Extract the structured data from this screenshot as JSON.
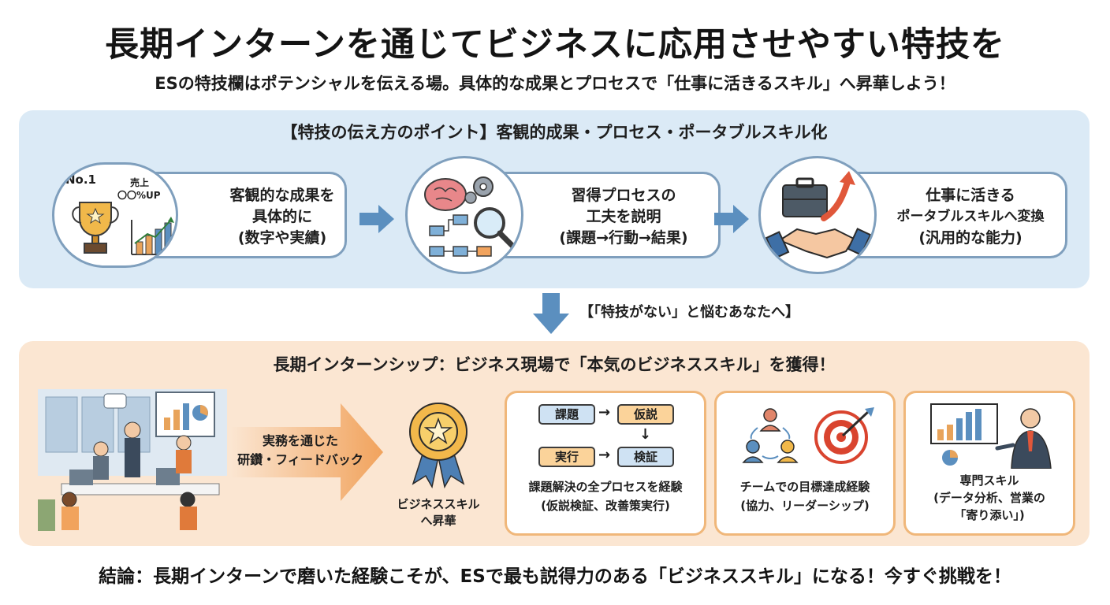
{
  "header": {
    "title": "長期インターンを通じてビジネスに応用させやすい特技を",
    "subtitle": "ESの特技欄はポテンシャルを伝える場。具体的な成果とプロセスで「仕事に活きるスキル」へ昇華しよう！"
  },
  "points_panel": {
    "title": "【特技の伝え方のポイント】客観的成果・プロセス・ポータブルスキル化",
    "cards": [
      {
        "line1": "客観的な成果を",
        "line2": "具体的に",
        "line3": "(数字や実績)",
        "badge_no": "No.1",
        "badge_sales_1": "売上",
        "badge_sales_2": "〇〇%UP",
        "icon": "trophy-icon"
      },
      {
        "line1": "習得プロセスの",
        "line2": "工夫を説明",
        "line3": "(課題→行動→結果)",
        "icon": "brain-gears-icon"
      },
      {
        "line1": "仕事に活きる",
        "line2": "ポータブルスキルへ変換",
        "line3": "(汎用的な能力)",
        "icon": "briefcase-handshake-icon"
      }
    ]
  },
  "transition": {
    "label": "【「特技がない」と悩むあなたへ】"
  },
  "internship_panel": {
    "title": "長期インターンシップ：ビジネス現場で「本気のビジネススキル」を獲得！",
    "arrow_line1": "実務を通じた",
    "arrow_line2": "研鑽・フィードバック",
    "medal_line1": "ビジネススキル",
    "medal_line2": "へ昇華",
    "skills": [
      {
        "caption1": "課題解決の全プロセスを経験",
        "caption2": "(仮説検証、改善策実行)",
        "flow": [
          "課題",
          "仮説",
          "実行",
          "検証"
        ]
      },
      {
        "caption1": "チームでの目標達成経験",
        "caption2": "(協力、リーダーシップ)"
      },
      {
        "caption1": "専門スキル",
        "caption2": "(データ分析、営業の",
        "caption3": "「寄り添い」)"
      }
    ]
  },
  "conclusion": "結論：長期インターンで磨いた経験こそが、ESで最も説得力のある「ビジネススキル」になる！今すぐ挑戦を！",
  "colors": {
    "blue_panel": "#dbeaf6",
    "orange_panel": "#fbe6d2",
    "arrow_blue": "#5b8fbf",
    "arrow_orange": "#f1a35d"
  }
}
